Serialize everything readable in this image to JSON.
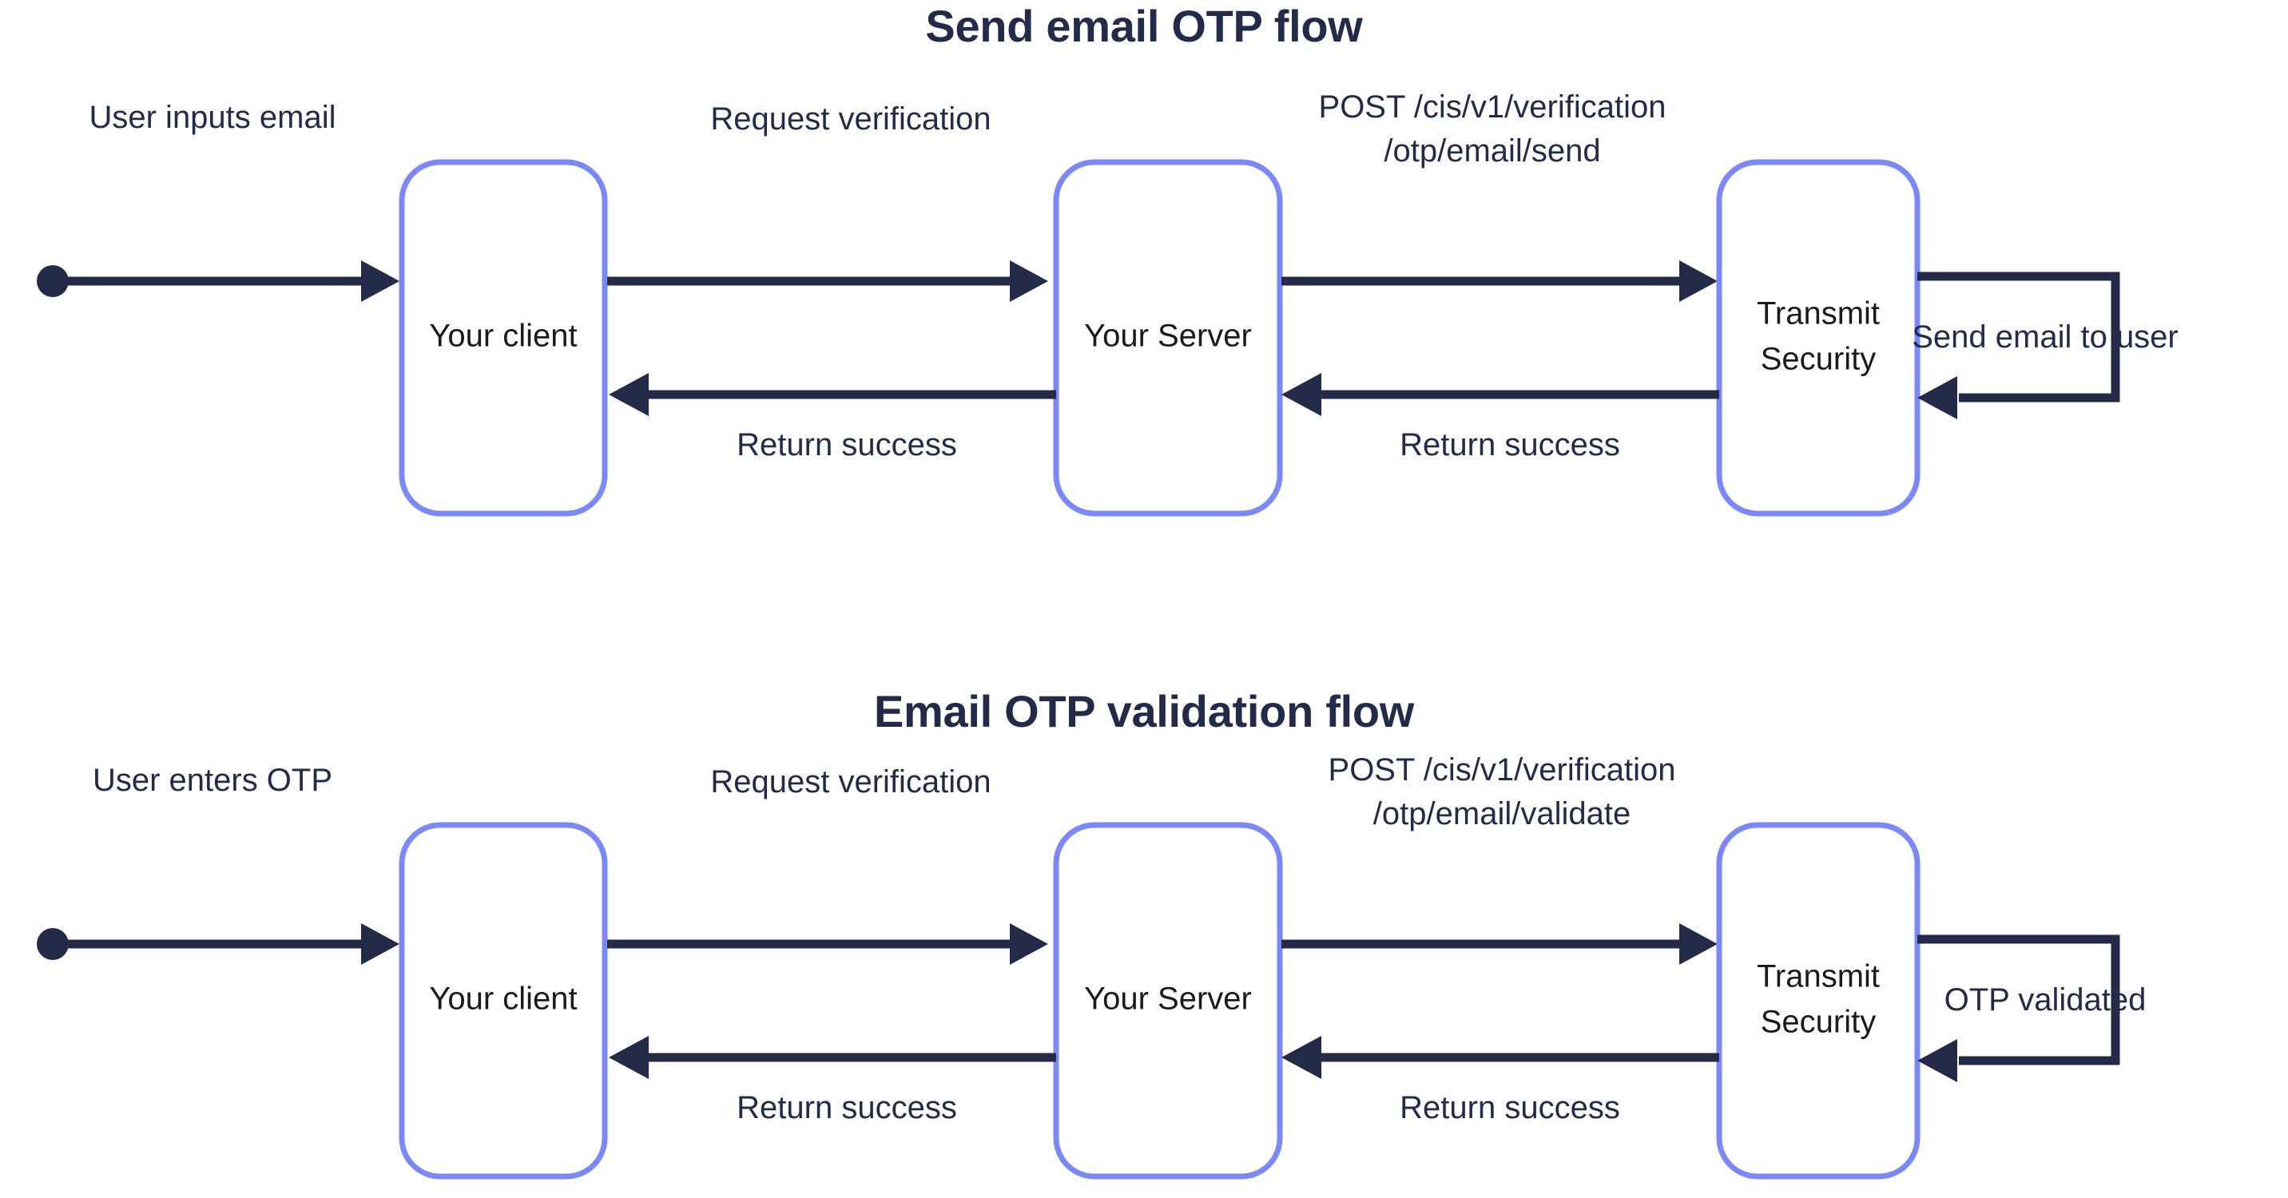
{
  "theme": {
    "background": "#ffffff",
    "node_border": "#7b88f8",
    "node_fill": "#ffffff",
    "edge_color": "#242b49",
    "title_color": "#242b49",
    "node_label_color": "#1b1b1f"
  },
  "diagrams": [
    {
      "id": "send-email-otp-flow",
      "title": "Send email OTP flow",
      "nodes": [
        {
          "id": "client",
          "label": "Your client"
        },
        {
          "id": "server",
          "label": "Your Server"
        },
        {
          "id": "transmit",
          "label_line1": "Transmit",
          "label_line2": "Security"
        }
      ],
      "edges": [
        {
          "id": "start-to-client",
          "label": "User inputs email",
          "direction": "right",
          "from": "start-dot",
          "to": "client"
        },
        {
          "id": "client-to-server",
          "label": "Request verification",
          "direction": "right",
          "from": "client",
          "to": "server"
        },
        {
          "id": "server-to-transmit",
          "label_line1": "POST /cis/v1/verification",
          "label_line2": "/otp/email/send",
          "direction": "right",
          "from": "server",
          "to": "transmit"
        },
        {
          "id": "transmit-self-loop",
          "label": "Send email to user",
          "direction": "self",
          "from": "transmit",
          "to": "transmit"
        },
        {
          "id": "transmit-to-server",
          "label": "Return success",
          "direction": "left",
          "from": "transmit",
          "to": "server"
        },
        {
          "id": "server-to-client",
          "label": "Return success",
          "direction": "left",
          "from": "server",
          "to": "client"
        }
      ]
    },
    {
      "id": "email-otp-validation-flow",
      "title": "Email OTP validation flow",
      "nodes": [
        {
          "id": "client",
          "label": "Your client"
        },
        {
          "id": "server",
          "label": "Your Server"
        },
        {
          "id": "transmit",
          "label_line1": "Transmit",
          "label_line2": "Security"
        }
      ],
      "edges": [
        {
          "id": "start-to-client",
          "label": "User enters OTP",
          "direction": "right",
          "from": "start-dot",
          "to": "client"
        },
        {
          "id": "client-to-server",
          "label": "Request verification",
          "direction": "right",
          "from": "client",
          "to": "server"
        },
        {
          "id": "server-to-transmit",
          "label_line1": "POST /cis/v1/verification",
          "label_line2": "/otp/email/validate",
          "direction": "right",
          "from": "server",
          "to": "transmit"
        },
        {
          "id": "transmit-self-loop",
          "label": "OTP validated",
          "direction": "self",
          "from": "transmit",
          "to": "transmit"
        },
        {
          "id": "transmit-to-server",
          "label": "Return success",
          "direction": "left",
          "from": "transmit",
          "to": "server"
        },
        {
          "id": "server-to-client",
          "label": "Return success",
          "direction": "left",
          "from": "server",
          "to": "client"
        }
      ]
    }
  ]
}
